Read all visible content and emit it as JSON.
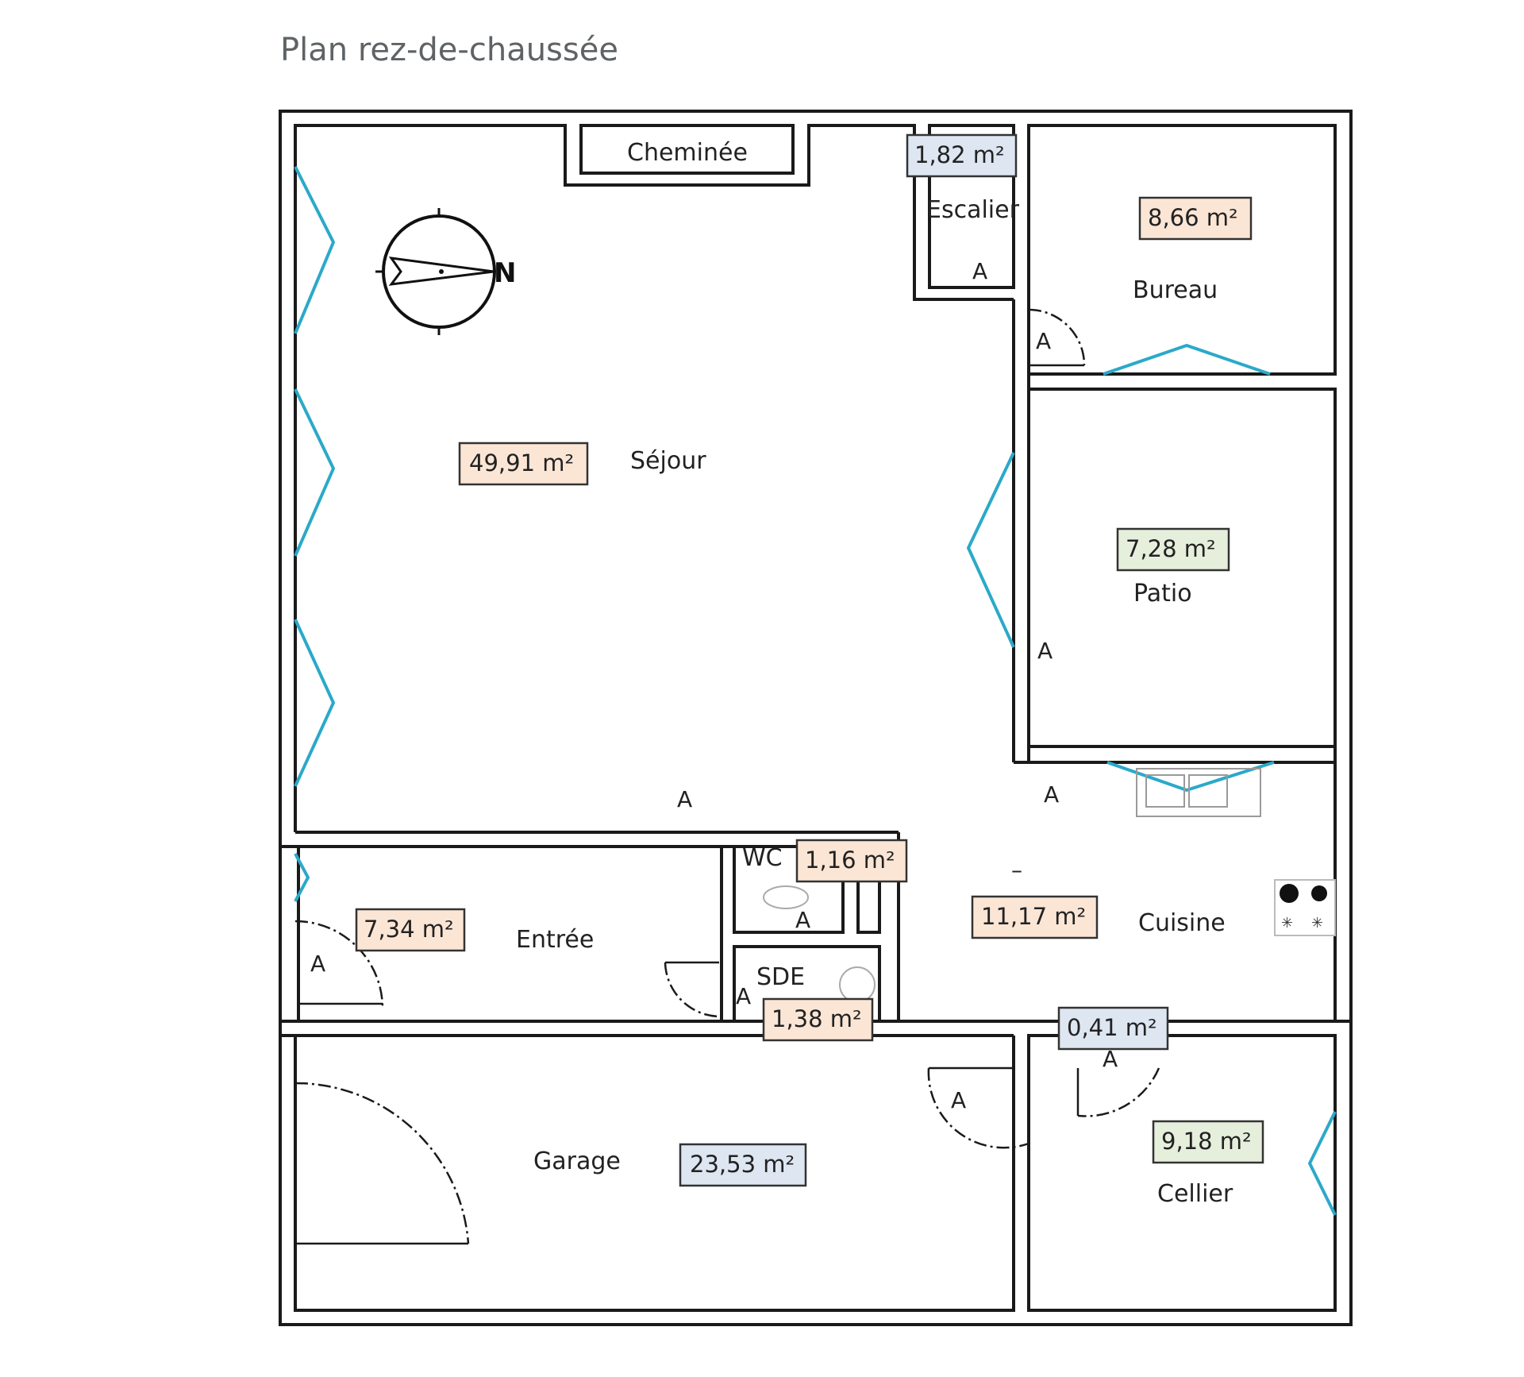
{
  "title": "Plan rez-de-chaussée",
  "compass": {
    "label": "N"
  },
  "rooms": {
    "cheminee": {
      "label": "Cheminée"
    },
    "escalier": {
      "label": "Escalier",
      "area": "1,82 m²"
    },
    "bureau": {
      "label": "Bureau",
      "area": "8,66 m²"
    },
    "sejour": {
      "label": "Séjour",
      "area": "49,91 m²"
    },
    "patio": {
      "label": "Patio",
      "area": "7,28 m²"
    },
    "wc": {
      "label": "WC",
      "area": "1,16 m²"
    },
    "entree": {
      "label": "Entrée",
      "area": "7,34 m²"
    },
    "sde": {
      "label": "SDE",
      "area": "1,38 m²"
    },
    "cuisine": {
      "label": "Cuisine",
      "area": "11,17 m²"
    },
    "degagement": {
      "area": "0,41 m²"
    },
    "garage": {
      "label": "Garage",
      "area": "23,53 m²"
    },
    "cellier": {
      "label": "Cellier",
      "area": "9,18 m²"
    }
  },
  "marks": {
    "a": "A",
    "dash": "–"
  },
  "colors": {
    "tag_blue": "#dde6f1",
    "tag_peach": "#fbe6d6",
    "tag_green": "#e5efdc",
    "window": "#2ba9c9",
    "wall": "#1a1a1a"
  }
}
